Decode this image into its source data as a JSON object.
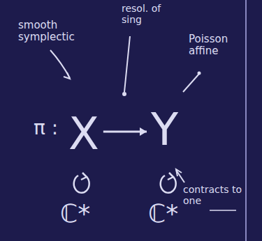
{
  "diagram": {
    "nodes": [
      {
        "text": [
          "X"
        ]
      },
      {
        "text": [
          "Y"
        ]
      }
    ],
    "edges": [
      {
        "from": 0,
        "to": 1,
        "arrow": "to"
      }
    ],
    "labels": [
      "smooth symplectic",
      "resol. of sing",
      "Poisson affine",
      "π :",
      "ℂ*",
      "ℂ*",
      "contracts to one"
    ]
  }
}
